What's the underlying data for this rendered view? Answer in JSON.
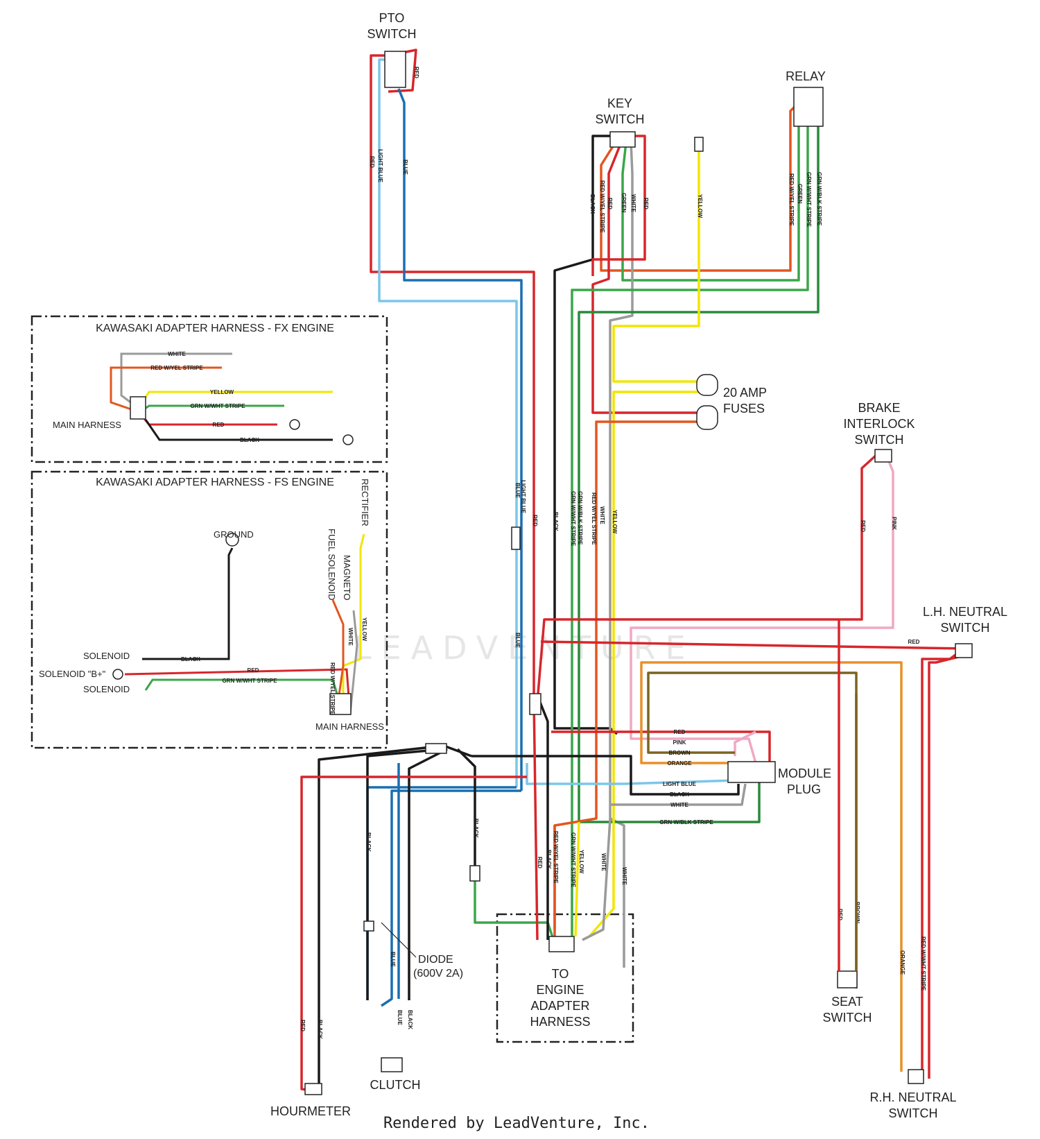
{
  "components": {
    "pto_switch": [
      "PTO",
      "SWITCH"
    ],
    "key_switch": [
      "KEY",
      "SWITCH"
    ],
    "relay": "RELAY",
    "fuses": [
      "20 AMP",
      "FUSES"
    ],
    "brake_interlock": [
      "BRAKE",
      "INTERLOCK",
      "SWITCH"
    ],
    "lh_neutral": [
      "L.H. NEUTRAL",
      "SWITCH"
    ],
    "module_plug": [
      "MODULE",
      "PLUG"
    ],
    "engine_adapter": [
      "TO",
      "ENGINE",
      "ADAPTER",
      "HARNESS"
    ],
    "seat_switch": [
      "SEAT",
      "SWITCH"
    ],
    "rh_neutral": [
      "R.H. NEUTRAL",
      "SWITCH"
    ],
    "clutch": "CLUTCH",
    "hourmeter": "HOURMETER",
    "diode": [
      "DIODE",
      "(600V 2A)"
    ]
  },
  "fx_box": {
    "title": "KAWASAKI ADAPTER HARNESS - FX ENGINE",
    "main_harness": "MAIN HARNESS",
    "wires": [
      "WHITE",
      "RED W/YEL STRIPE",
      "YELLOW",
      "GRN W/WHT STRIPE",
      "RED",
      "BLACK"
    ]
  },
  "fs_box": {
    "title": "KAWASAKI ADAPTER HARNESS - FS ENGINE",
    "ground": "GROUND",
    "rectifier": "RECTIFIER",
    "fuel_solenoid": "FUEL SOLENOID",
    "magneto": "MAGNETO",
    "solenoid": "SOLENOID",
    "solenoid_b": "SOLENOID \"B+\"",
    "main_harness": "MAIN HARNESS",
    "wires": [
      "BLACK",
      "RED",
      "GRN W/WHT STRIPE",
      "YELLOW",
      "WHITE",
      "RED W/YEL STRIPE"
    ]
  },
  "wire_labels": {
    "pto_red": "RED",
    "pto_lightblue": "LIGHT BLUE",
    "pto_blue": "BLUE",
    "pto_red2": "RED",
    "key_black": "BLACK",
    "key_redyel": "RED W/YEL STRIPE",
    "key_red": "RED",
    "key_green": "GREEN",
    "key_white": "WHITE",
    "key_red2": "RED",
    "yellow_top": "YELLOW",
    "relay_redyel": "RED W/YEL STRIPE",
    "relay_green": "GREEN",
    "relay_grnwht": "GRN W/WHT STRIPE",
    "relay_grnblk": "GRN W/BLK STRIPE",
    "mid_lightblue": "LIGHT BLUE",
    "mid_blue": "BLUE",
    "mid_red": "RED",
    "mid_black": "BLACK",
    "mid_grnwht": "GRN W/WHT STRIPE",
    "mid_grnblk": "GRN W/BLK STRIPE",
    "mid_redyel": "RED W/YEL STRIPE",
    "mid_white": "WHITE",
    "mid_yellow": "YELLOW",
    "mid_blue2": "BLUE",
    "brake_red": "RED",
    "brake_pink": "PINK",
    "lh_red": "RED",
    "mod_red": "RED",
    "mod_pink": "PINK",
    "mod_brown": "BROWN",
    "mod_orange": "ORANGE",
    "mod_lightblue": "LIGHT BLUE",
    "mod_black": "BLACK",
    "mod_white": "WHITE",
    "mod_grnblk": "GRN W/BLK STRIPE",
    "low_black": "BLACK",
    "low_black2": "BLACK",
    "low_blue": "BLUE",
    "low_blue2": "BLUE",
    "low_black3": "BLACK",
    "low_red": "RED",
    "low_black4": "BLACK",
    "eng_redyel": "RED W/YEL STRIPE",
    "eng_red": "RED",
    "eng_black": "BLACK",
    "eng_grnwht": "GRN W/WHT STRIPE",
    "eng_yellow": "YELLOW",
    "eng_white": "WHITE",
    "eng_white2": "WHITE",
    "seat_red": "RED",
    "seat_brown": "BROWN",
    "rh_orange": "ORANGE",
    "rh_redwht": "RED W/WHT STRIPE"
  },
  "watermark": "LEADVENTURE",
  "footer": "Rendered by LeadVenture, Inc.",
  "colors": {
    "red": "#d7262b",
    "black": "#1a1a1a",
    "blue": "#1a6fb0",
    "light_blue": "#7cc6e8",
    "green": "#3aa64a",
    "dark_green": "#2a8a3a",
    "yellow": "#f2e600",
    "orange": "#e8902a",
    "red_orange": "#e2561f",
    "brown": "#7a6420",
    "pink": "#f0a8c4",
    "white": "#9a9a9a"
  }
}
